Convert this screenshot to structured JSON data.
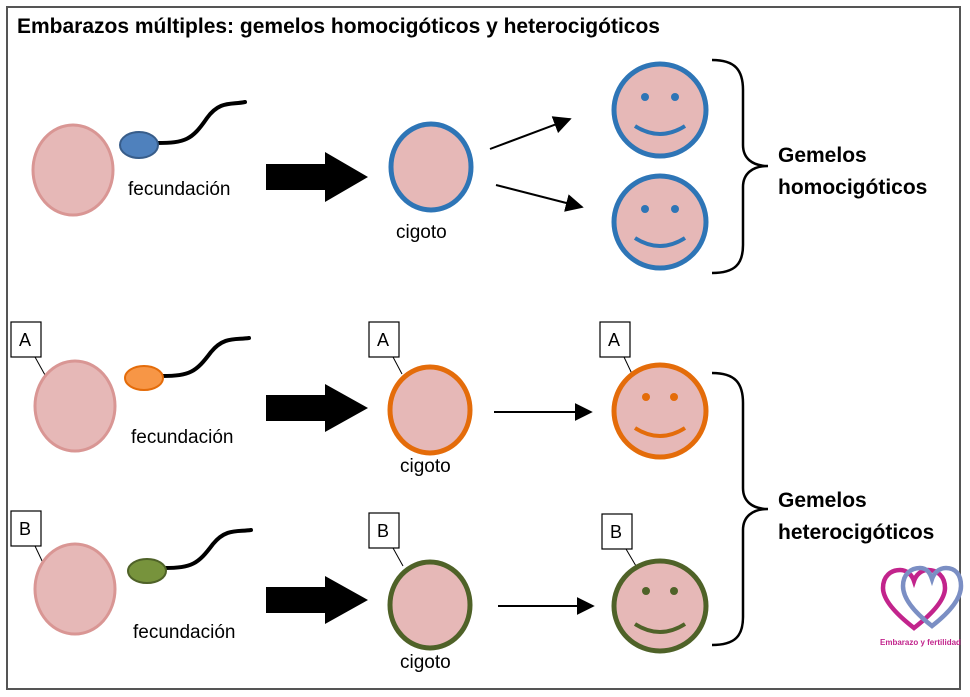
{
  "title": "Embarazos múltiples: gemelos homocigóticos y heterocigóticos",
  "labels": {
    "fertilization": "fecundación",
    "zygote": "cigoto"
  },
  "groups": {
    "identical_line1": "Gemelos",
    "identical_line2": "homocigóticos",
    "fraternal_line1": "Gemelos",
    "fraternal_line2": "heterocigóticos"
  },
  "markers": {
    "a": "A",
    "b": "B"
  },
  "logo": {
    "text": "Embarazo y fertilidad",
    "color_pink": "#c2248c",
    "color_blue": "#7b8fc4"
  },
  "colors": {
    "egg_fill": "#e6b8b7",
    "egg_border": "#d99694",
    "identical": "#2e75b6",
    "identical_sperm": "#4f81bd",
    "fraternal_a": "#e46c0a",
    "fraternal_a_sperm": "#f79646",
    "fraternal_b": "#4f6228",
    "fraternal_b_sperm": "#77933c"
  }
}
